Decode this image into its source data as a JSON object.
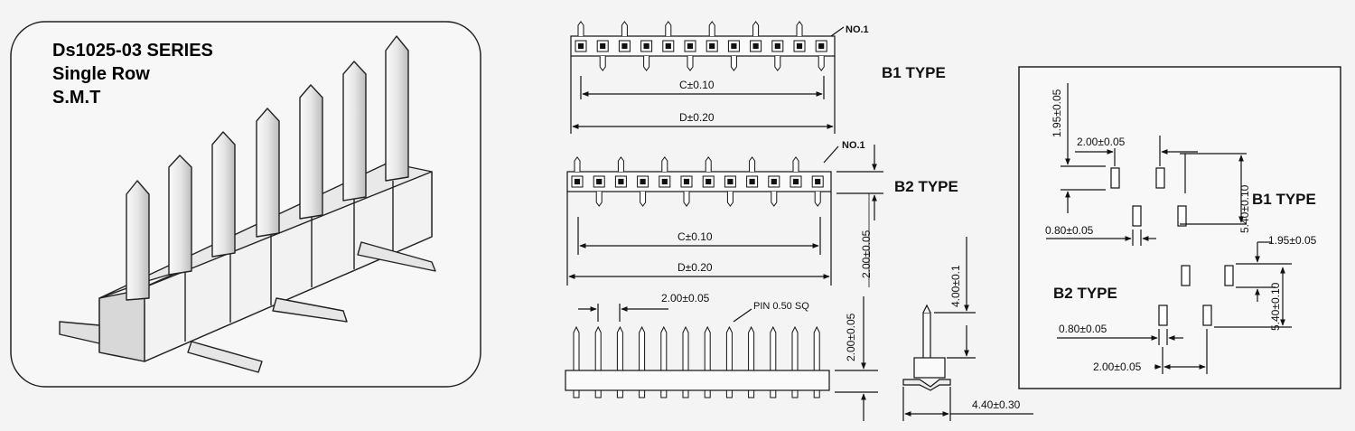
{
  "product": {
    "series": "Ds1025-03  SERIES",
    "row": "Single Row",
    "mount": "S.M.T"
  },
  "b1_top_view": {
    "type_label": "B1 TYPE",
    "pin1_label": "NO.1",
    "dim_c": "C±0.10",
    "dim_d": "D±0.20"
  },
  "b2_top_view": {
    "type_label": "B2 TYPE",
    "pin1_label": "NO.1",
    "dim_c": "C±0.10",
    "dim_d": "D±0.20",
    "dim_offset": "2.00±0.05"
  },
  "front_view": {
    "pitch": "2.00±0.05",
    "pin_size": "PIN 0.50 SQ",
    "height": "2.00±0.05"
  },
  "side_view": {
    "height": "4.00±0.1",
    "depth": "4.40±0.30"
  },
  "pcb_layout": {
    "b1": {
      "type_label": "B1 TYPE",
      "offset": "1.95±0.05",
      "pitch": "2.00±0.05",
      "pad_width": "0.80±0.05",
      "row_span": "5.40±0.10"
    },
    "b2": {
      "type_label": "B2 TYPE",
      "offset": "1.95±0.05",
      "pad_width": "0.80±0.05",
      "pitch": "2.00±0.05",
      "row_span": "5.40±0.10"
    }
  }
}
